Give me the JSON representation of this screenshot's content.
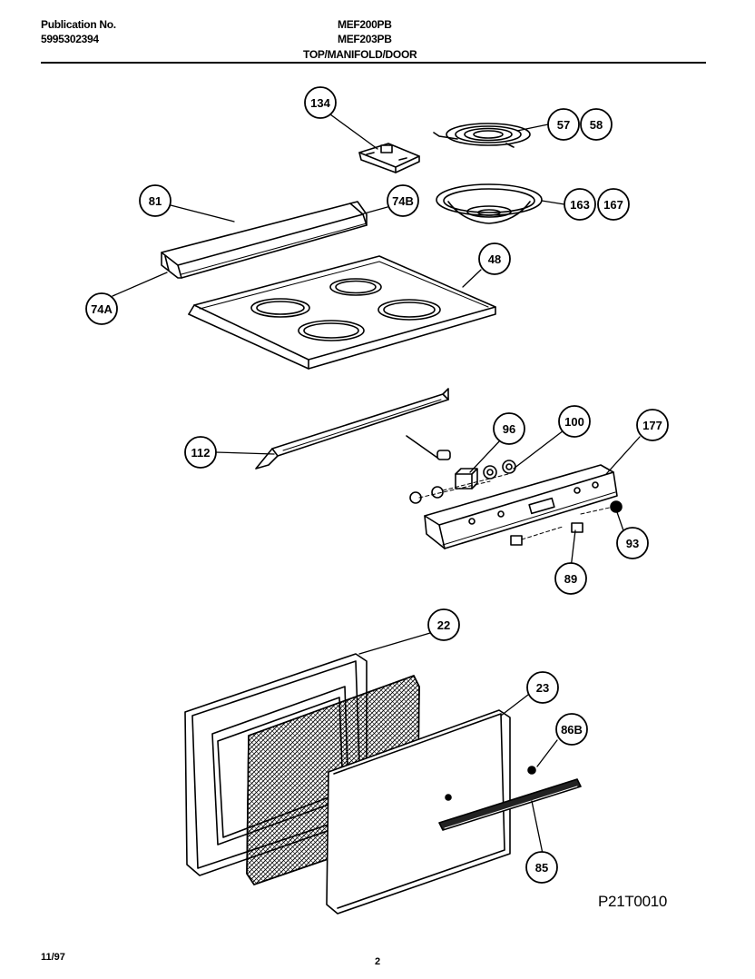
{
  "header": {
    "publication_label": "Publication No.",
    "publication_number": "5995302394",
    "models": [
      "MEF200PB",
      "MEF203PB"
    ],
    "section_title": "TOP/MANIFOLD/DOOR"
  },
  "callouts": {
    "c134": "134",
    "c57": "57",
    "c58": "58",
    "c81": "81",
    "c74b": "74B",
    "c163": "163",
    "c167": "167",
    "c48": "48",
    "c74a": "74A",
    "c96": "96",
    "c100": "100",
    "c177": "177",
    "c112": "112",
    "c93": "93",
    "c89": "89",
    "c22": "22",
    "c23": "23",
    "c86b": "86B",
    "c85": "85"
  },
  "reference_code": "P21T0010",
  "footer": {
    "date": "11/97",
    "page": "2"
  }
}
